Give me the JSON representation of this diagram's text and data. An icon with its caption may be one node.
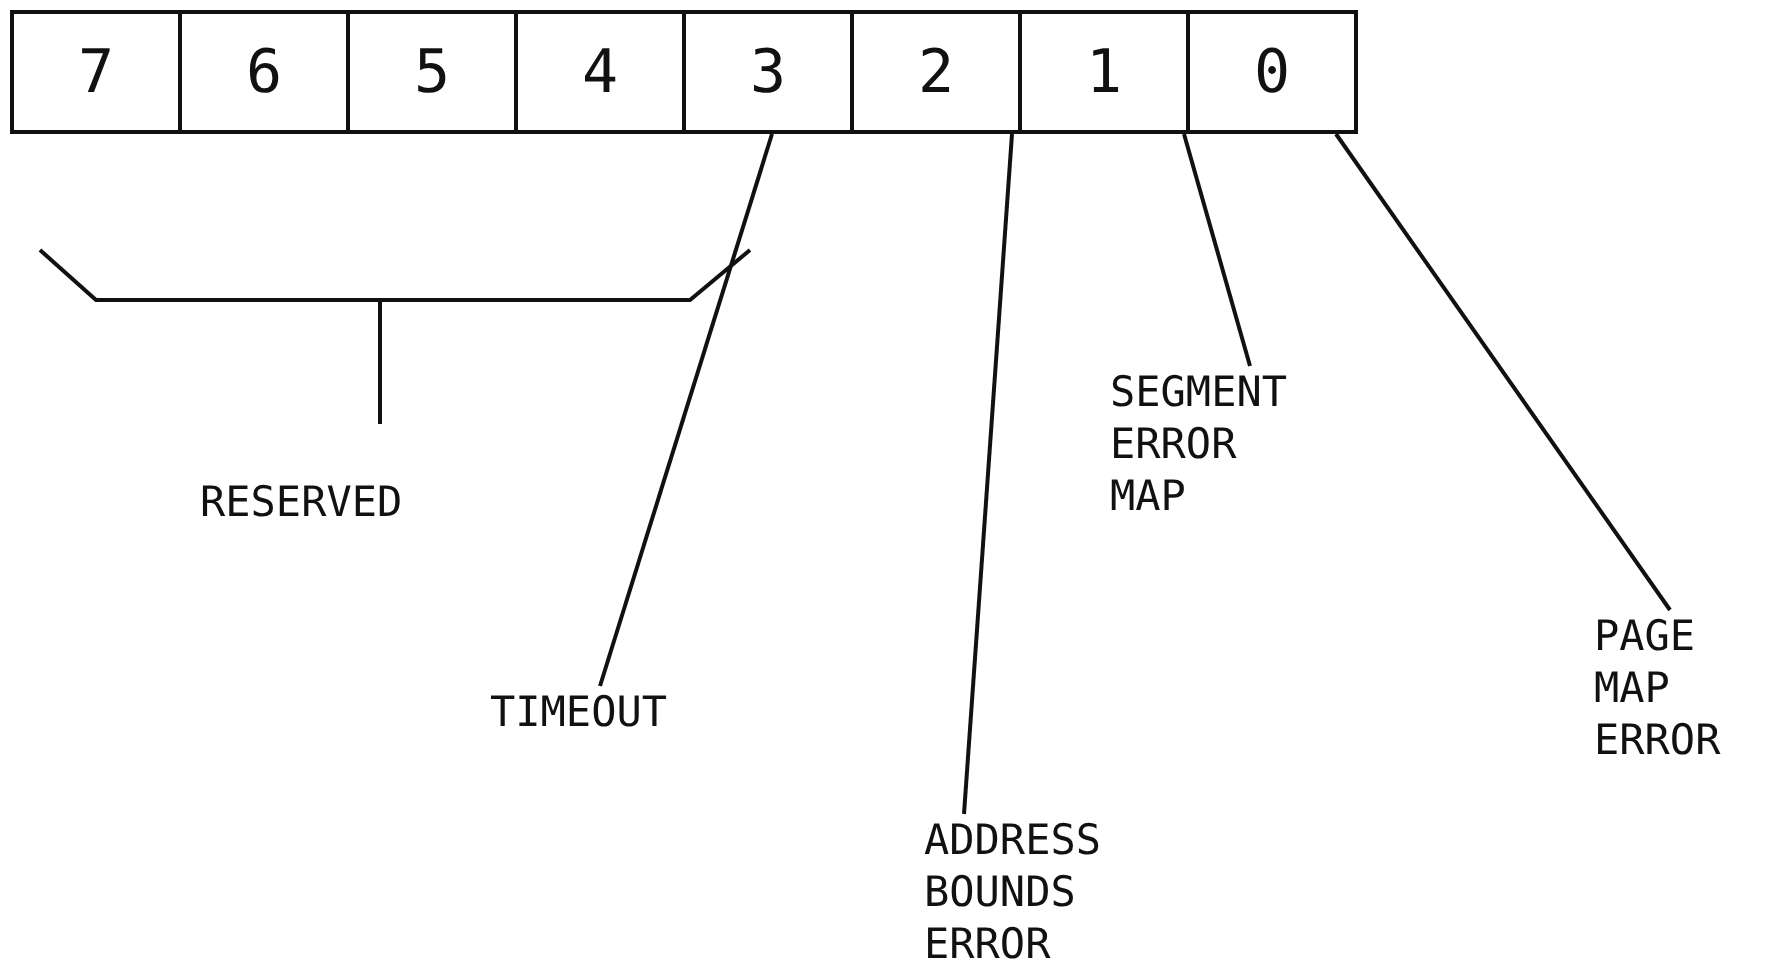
{
  "diagram": {
    "nodes": [
      {
        "text": [
          "7"
        ]
      },
      {
        "text": [
          "6"
        ]
      },
      {
        "text": [
          "5"
        ]
      },
      {
        "text": [
          "4"
        ]
      },
      {
        "text": [
          "3"
        ]
      },
      {
        "text": [
          "2"
        ]
      },
      {
        "text": [
          "1"
        ]
      },
      {
        "text": [
          "0"
        ]
      },
      {
        "text": [
          "SEGMENT ERROR MAP"
        ]
      },
      {
        "text": [
          "PAGE MAP ERROR"
        ]
      },
      {
        "text": [
          "TIMEOUT"
        ]
      },
      {
        "text": [
          "ADDRESS BOUNDS ERROR"
        ]
      }
    ],
    "edges": [
      {
        "from": 8,
        "to": 6,
        "arrow": "none"
      },
      {
        "from": 9,
        "to": 7,
        "arrow": "none"
      },
      {
        "from": 10,
        "to": 4,
        "arrow": "none"
      },
      {
        "from": 11,
        "to": 5,
        "arrow": "none"
      }
    ],
    "labels": [
      "RESERVED"
    ]
  }
}
